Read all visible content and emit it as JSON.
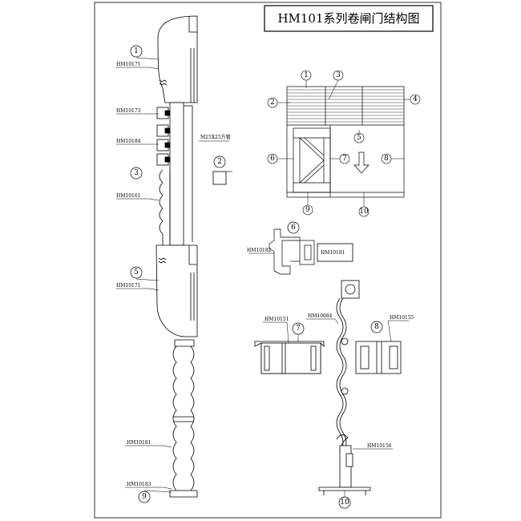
{
  "title": "HM101系列卷闸门结构图",
  "callouts": [
    "1",
    "2",
    "3",
    "4",
    "5",
    "6",
    "7",
    "8",
    "9",
    "10"
  ],
  "callouts_left_column": [
    "1",
    "3",
    "5",
    "9"
  ],
  "parts": {
    "p_hm10171_top": "HM10171",
    "p_hm10173": "HM10173",
    "p_hm10184": "HM10184",
    "p_hm10161": "HM10161",
    "p_hm10171_bottom": "HM10171",
    "p_hm10181_left": "HM10181",
    "p_hm10183": "HM10183",
    "p_tube": "M25X25方管",
    "p_hm10182": "HM10182",
    "p_hm10181_right": "HM10181",
    "p_hm10151": "HM10151",
    "p_hm10084": "HM10084",
    "p_hm10155": "HM10155",
    "p_hm10156": "HM10156"
  }
}
